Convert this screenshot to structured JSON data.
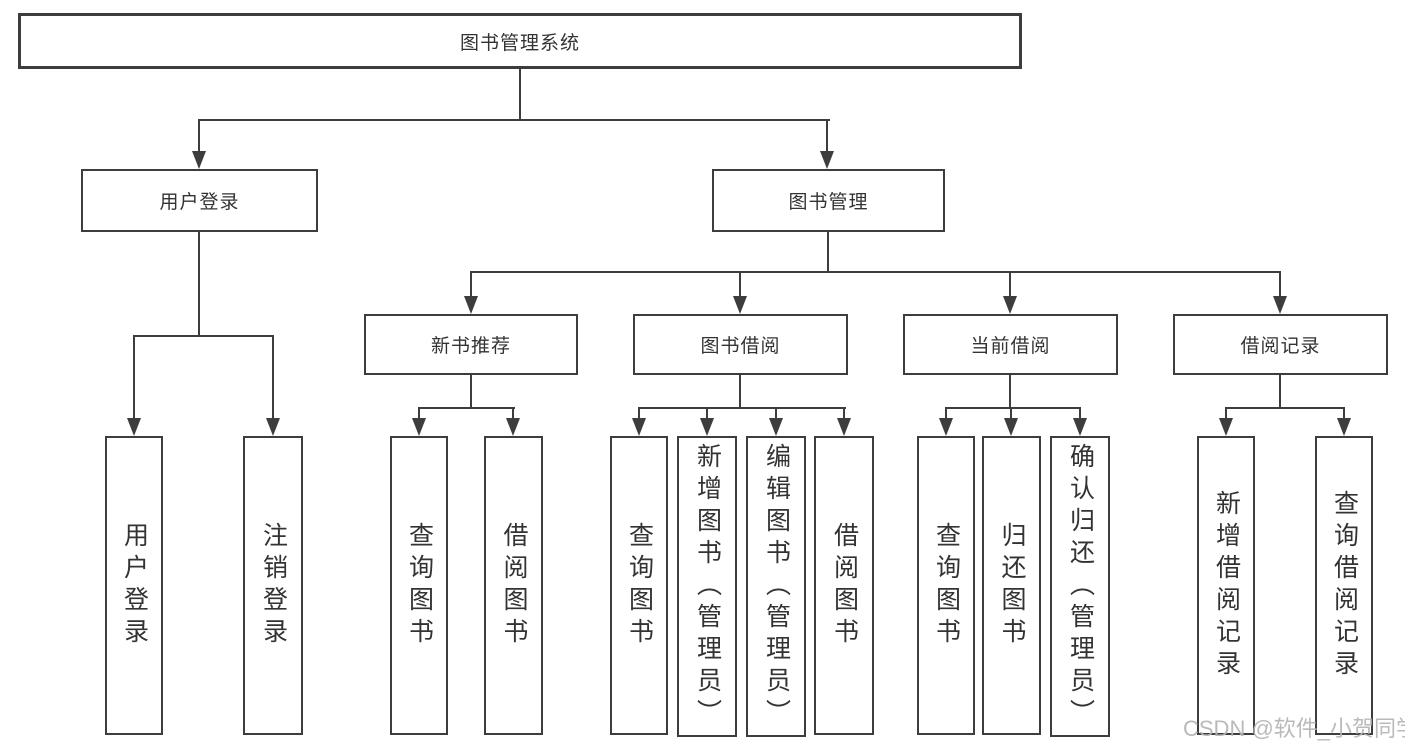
{
  "diagram_title": "图书管理系统",
  "nodes": {
    "root": "图书管理系统",
    "user_login": "用户登录",
    "book_management": "图书管理",
    "new_book_recommend": "新书推荐",
    "book_borrow": "图书借阅",
    "current_borrow": "当前借阅",
    "borrow_records": "借阅记录",
    "leaf_user_login": "用户登录",
    "leaf_logout": "注销登录",
    "leaf_query_books_recommend": "查询图书",
    "leaf_borrow_books_recommend": "借阅图书",
    "leaf_query_books_borrow": "查询图书",
    "leaf_add_books_admin": "新增图书（管理员）",
    "leaf_edit_books_admin": "编辑图书（管理员）",
    "leaf_borrow_books_borrow": "借阅图书",
    "leaf_query_books_current": "查询图书",
    "leaf_return_books": "归还图书",
    "leaf_confirm_return_admin": "确认归还（管理员）",
    "leaf_add_borrow_record": "新增借阅记录",
    "leaf_query_borrow_record": "查询借阅记录"
  },
  "watermark": "CSDN @软件_小贺同学",
  "colors": {
    "line": "#3d3d3d",
    "text": "#333333",
    "background": "#ffffff",
    "watermark": "#b4b4b4"
  }
}
